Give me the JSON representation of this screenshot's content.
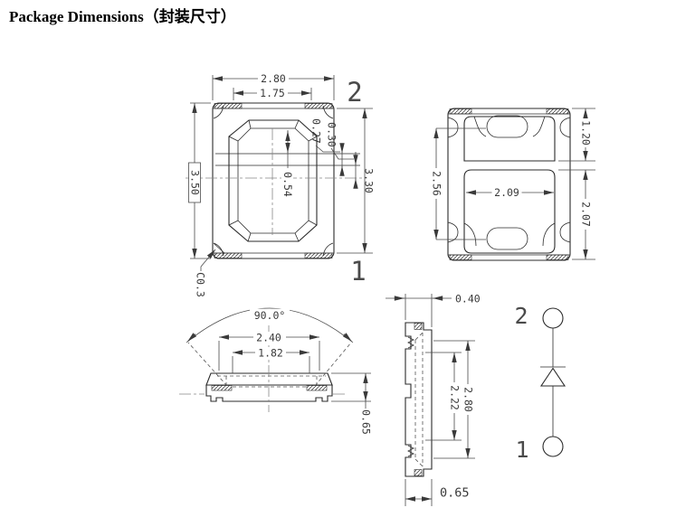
{
  "title": "Package Dimensions（封装尺寸）",
  "top_view": {
    "pin1_label": "1",
    "pin2_label": "2",
    "dim_width": "2.80",
    "dim_cavity_width": "1.75",
    "dim_height": "3.50",
    "dim_inner_height": "3.30",
    "dim_step1": "0.27",
    "dim_step2": "0.30",
    "dim_pad_offset": "0.54",
    "dim_chamfer": "C0.3"
  },
  "bottom_view": {
    "dim_pad1_height": "1.20",
    "dim_via_pitch": "2.56",
    "dim_pad_width": "2.09",
    "dim_pad2_height": "2.07"
  },
  "front_view": {
    "dim_beam_angle": "90.0°",
    "dim_lens_outer": "2.40",
    "dim_lens_inner": "1.82",
    "dim_height": "0.65"
  },
  "side_view": {
    "dim_tab": "0.40",
    "dim_length": "2.80",
    "dim_cavity_length": "2.22",
    "dim_thickness": "0.65"
  },
  "circuit": {
    "pin2_label": "2",
    "pin1_label": "1"
  }
}
